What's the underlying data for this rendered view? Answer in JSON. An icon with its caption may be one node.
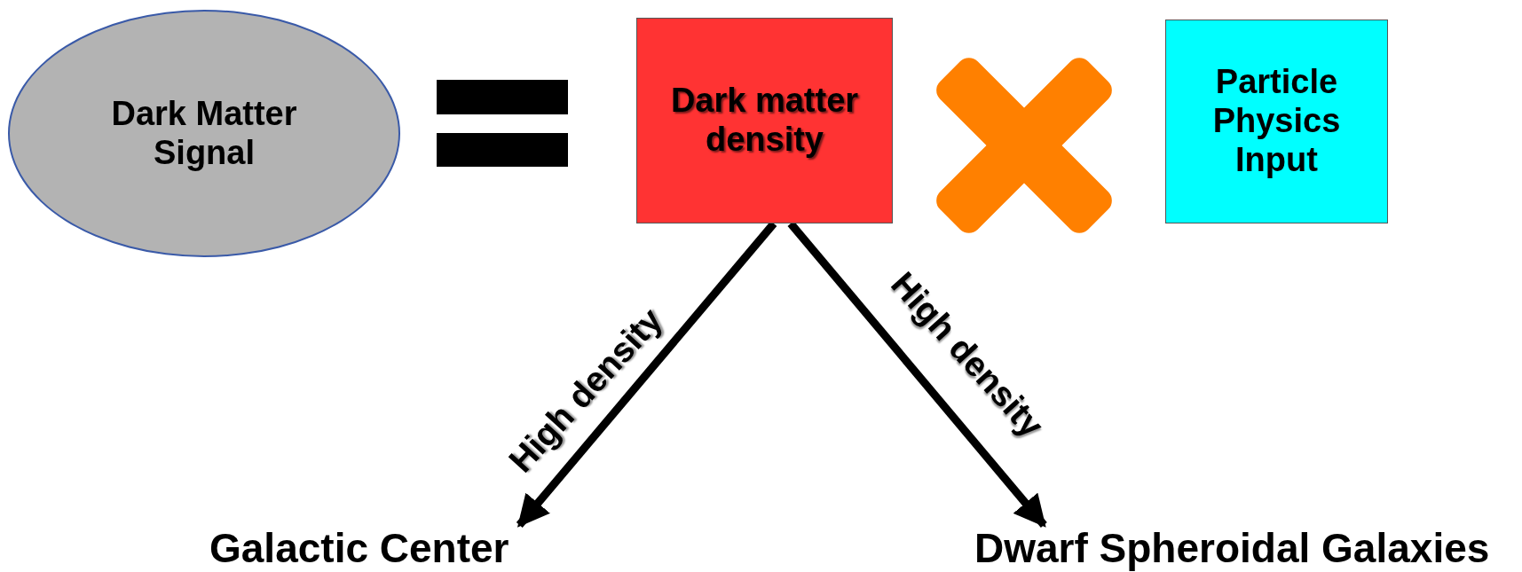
{
  "diagram": {
    "nodes": [
      {
        "text": [
          "Dark Matter Signal"
        ]
      },
      {
        "text": [
          "Dark matter density"
        ]
      },
      {
        "text": [
          "Particle Physics Input"
        ]
      },
      {
        "text": [
          "Galactic Center"
        ]
      },
      {
        "text": [
          "Dwarf Spheroidal Galaxies"
        ]
      }
    ],
    "edges": [
      {
        "from": 1,
        "to": 3,
        "arrow": "to",
        "label": "High density"
      },
      {
        "from": 1,
        "to": 4,
        "arrow": "to",
        "label": "High density"
      }
    ]
  }
}
